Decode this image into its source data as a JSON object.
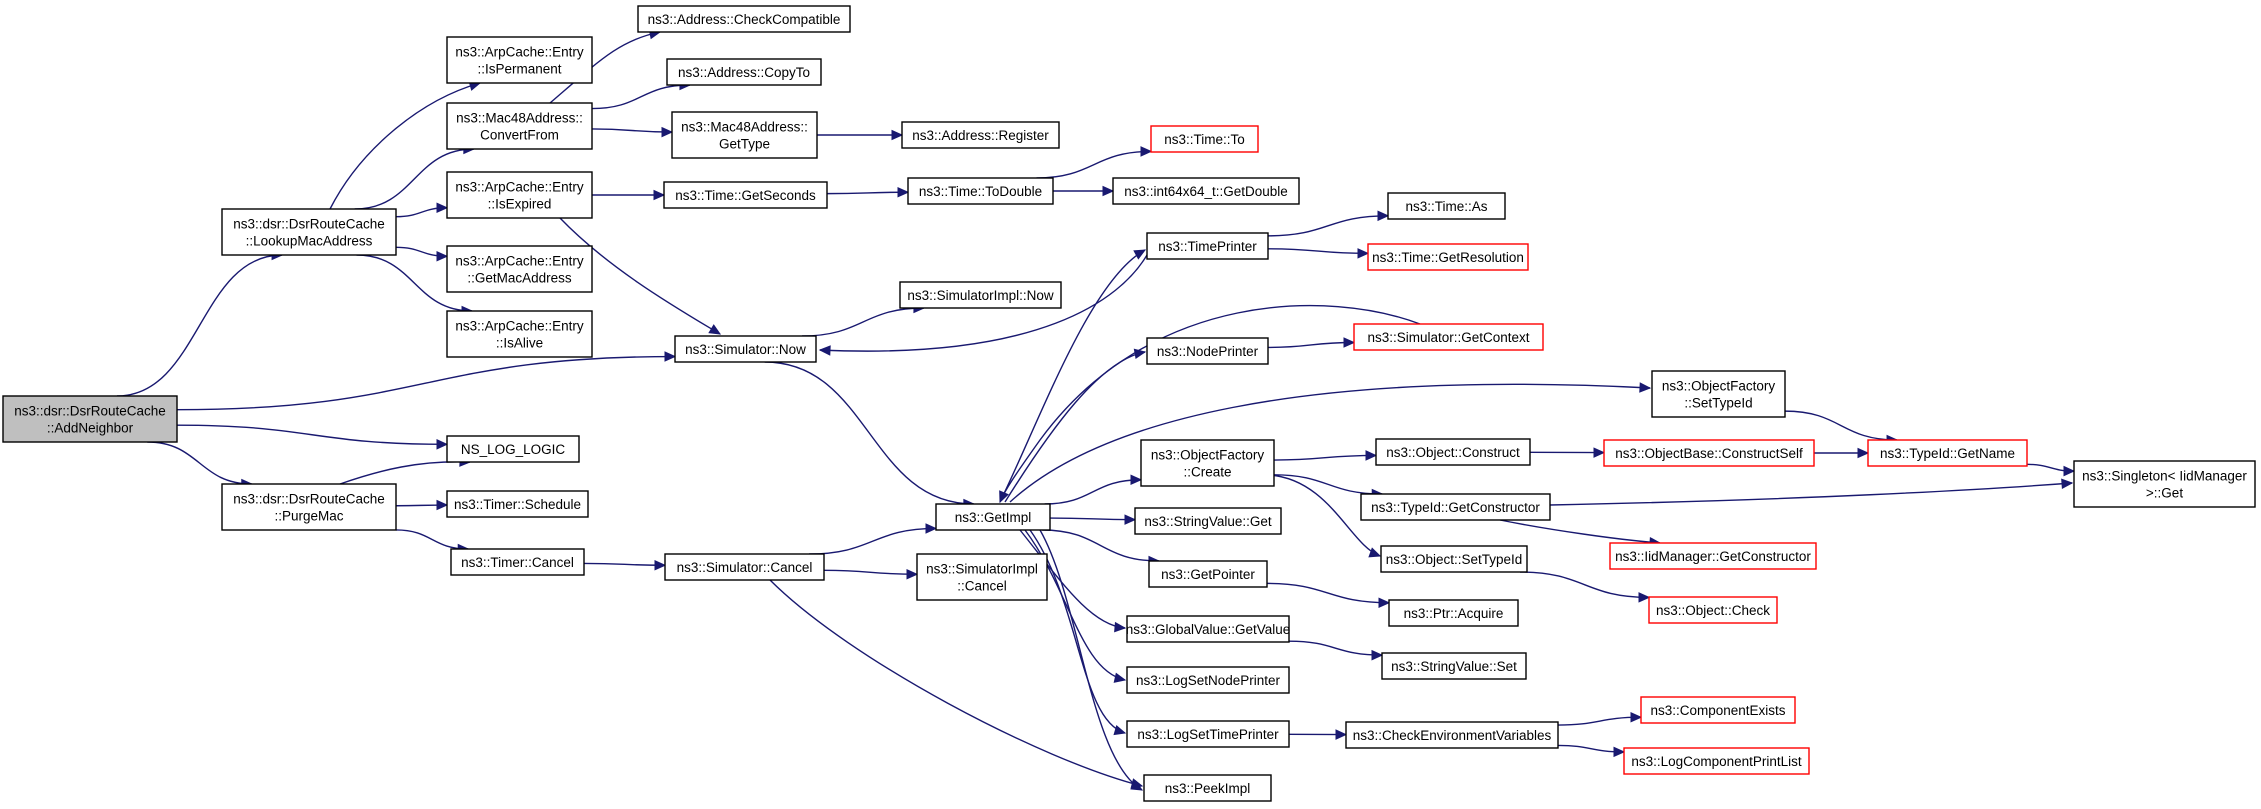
{
  "diagram": {
    "nodes": [
      {
        "id": "root",
        "lines": [
          "ns3::dsr::DsrRouteCache",
          "::AddNeighbor"
        ],
        "style": "root"
      },
      {
        "id": "lookup",
        "lines": [
          "ns3::dsr::DsrRouteCache",
          "::LookupMacAddress"
        ]
      },
      {
        "id": "nslog",
        "lines": [
          "NS_LOG_LOGIC"
        ]
      },
      {
        "id": "purge",
        "lines": [
          "ns3::dsr::DsrRouteCache",
          "::PurgeMac"
        ]
      },
      {
        "id": "simnow",
        "lines": [
          "ns3::Simulator::Now"
        ]
      },
      {
        "id": "arpperm",
        "lines": [
          "ns3::ArpCache::Entry",
          "::IsPermanent"
        ]
      },
      {
        "id": "macconv",
        "lines": [
          "ns3::Mac48Address::",
          "ConvertFrom"
        ]
      },
      {
        "id": "arpexp",
        "lines": [
          "ns3::ArpCache::Entry",
          "::IsExpired"
        ]
      },
      {
        "id": "arpgetmac",
        "lines": [
          "ns3::ArpCache::Entry",
          "::GetMacAddress"
        ]
      },
      {
        "id": "arpalive",
        "lines": [
          "ns3::ArpCache::Entry",
          "::IsAlive"
        ]
      },
      {
        "id": "timersched",
        "lines": [
          "ns3::Timer::Schedule"
        ]
      },
      {
        "id": "timercancel",
        "lines": [
          "ns3::Timer::Cancel"
        ]
      },
      {
        "id": "addrcheck",
        "lines": [
          "ns3::Address::CheckCompatible"
        ]
      },
      {
        "id": "addrcopy",
        "lines": [
          "ns3::Address::CopyTo"
        ]
      },
      {
        "id": "macgettype",
        "lines": [
          "ns3::Mac48Address::",
          "GetType"
        ]
      },
      {
        "id": "addrreg",
        "lines": [
          "ns3::Address::Register"
        ]
      },
      {
        "id": "timegetsec",
        "lines": [
          "ns3::Time::GetSeconds"
        ]
      },
      {
        "id": "timetodouble",
        "lines": [
          "ns3::Time::ToDouble"
        ]
      },
      {
        "id": "timeto",
        "lines": [
          "ns3::Time::To"
        ],
        "style": "truncated"
      },
      {
        "id": "int64",
        "lines": [
          "ns3::int64x64_t::GetDouble"
        ]
      },
      {
        "id": "simimplnow",
        "lines": [
          "ns3::SimulatorImpl::Now"
        ]
      },
      {
        "id": "getimpl",
        "lines": [
          "ns3::GetImpl"
        ]
      },
      {
        "id": "simcancel",
        "lines": [
          "ns3::Simulator::Cancel"
        ]
      },
      {
        "id": "simimplcancel",
        "lines": [
          "ns3::SimulatorImpl",
          "::Cancel"
        ]
      },
      {
        "id": "timeprinter",
        "lines": [
          "ns3::TimePrinter"
        ]
      },
      {
        "id": "nodeprinter",
        "lines": [
          "ns3::NodePrinter"
        ]
      },
      {
        "id": "objfcreate",
        "lines": [
          "ns3::ObjectFactory",
          "::Create"
        ]
      },
      {
        "id": "strvalget",
        "lines": [
          "ns3::StringValue::Get"
        ]
      },
      {
        "id": "getpointer",
        "lines": [
          "ns3::GetPointer"
        ]
      },
      {
        "id": "globalval",
        "lines": [
          "ns3::GlobalValue::GetValue"
        ]
      },
      {
        "id": "logsetnode",
        "lines": [
          "ns3::LogSetNodePrinter"
        ]
      },
      {
        "id": "logsettime",
        "lines": [
          "ns3::LogSetTimePrinter"
        ]
      },
      {
        "id": "peekimpl",
        "lines": [
          "ns3::PeekImpl"
        ]
      },
      {
        "id": "timeas",
        "lines": [
          "ns3::Time::As"
        ]
      },
      {
        "id": "timegetres",
        "lines": [
          "ns3::Time::GetResolution"
        ],
        "style": "truncated"
      },
      {
        "id": "simgetctx",
        "lines": [
          "ns3::Simulator::GetContext"
        ],
        "style": "truncated"
      },
      {
        "id": "objfsettid",
        "lines": [
          "ns3::ObjectFactory",
          "::SetTypeId"
        ]
      },
      {
        "id": "objconstruct",
        "lines": [
          "ns3::Object::Construct"
        ]
      },
      {
        "id": "tidgetctor",
        "lines": [
          "ns3::TypeId::GetConstructor"
        ]
      },
      {
        "id": "objsettid",
        "lines": [
          "ns3::Object::SetTypeId"
        ]
      },
      {
        "id": "ptracq",
        "lines": [
          "ns3::Ptr::Acquire"
        ]
      },
      {
        "id": "strvalset",
        "lines": [
          "ns3::StringValue::Set"
        ]
      },
      {
        "id": "checkenv",
        "lines": [
          "ns3::CheckEnvironmentVariables"
        ]
      },
      {
        "id": "objbasector",
        "lines": [
          "ns3::ObjectBase::ConstructSelf"
        ],
        "style": "truncated"
      },
      {
        "id": "iidgetctor",
        "lines": [
          "ns3::IidManager::GetConstructor"
        ],
        "style": "truncated"
      },
      {
        "id": "objcheck",
        "lines": [
          "ns3::Object::Check"
        ],
        "style": "truncated"
      },
      {
        "id": "compexists",
        "lines": [
          "ns3::ComponentExists"
        ],
        "style": "truncated"
      },
      {
        "id": "logcomplist",
        "lines": [
          "ns3::LogComponentPrintList"
        ],
        "style": "truncated"
      },
      {
        "id": "tidgetname",
        "lines": [
          "ns3::TypeId::GetName"
        ],
        "style": "truncated"
      },
      {
        "id": "singleton",
        "lines": [
          "ns3::Singleton< IidManager",
          ">::Get"
        ]
      }
    ],
    "edges": [
      [
        "root",
        "lookup"
      ],
      [
        "root",
        "simnow"
      ],
      [
        "root",
        "nslog"
      ],
      [
        "root",
        "purge"
      ],
      [
        "lookup",
        "arpperm"
      ],
      [
        "lookup",
        "macconv"
      ],
      [
        "lookup",
        "arpexp"
      ],
      [
        "lookup",
        "arpgetmac"
      ],
      [
        "lookup",
        "arpalive"
      ],
      [
        "purge",
        "nslog"
      ],
      [
        "purge",
        "timersched"
      ],
      [
        "purge",
        "timercancel"
      ],
      [
        "macconv",
        "addrcheck"
      ],
      [
        "macconv",
        "addrcopy"
      ],
      [
        "macconv",
        "macgettype"
      ],
      [
        "macgettype",
        "addrreg"
      ],
      [
        "arpexp",
        "timegetsec"
      ],
      [
        "arpexp",
        "simnow"
      ],
      [
        "timegetsec",
        "timetodouble"
      ],
      [
        "timetodouble",
        "timeto"
      ],
      [
        "timetodouble",
        "int64"
      ],
      [
        "simnow",
        "simimplnow"
      ],
      [
        "simnow",
        "getimpl"
      ],
      [
        "timercancel",
        "simcancel"
      ],
      [
        "simcancel",
        "getimpl"
      ],
      [
        "simcancel",
        "simimplcancel"
      ],
      [
        "simcancel",
        "peekimpl"
      ],
      [
        "getimpl",
        "timeprinter"
      ],
      [
        "getimpl",
        "nodeprinter"
      ],
      [
        "getimpl",
        "objfcreate"
      ],
      [
        "getimpl",
        "objfsettid"
      ],
      [
        "getimpl",
        "strvalget"
      ],
      [
        "getimpl",
        "getpointer"
      ],
      [
        "getimpl",
        "globalval"
      ],
      [
        "getimpl",
        "logsetnode"
      ],
      [
        "getimpl",
        "logsettime"
      ],
      [
        "getimpl",
        "peekimpl"
      ],
      [
        "timeprinter",
        "simnow"
      ],
      [
        "timeprinter",
        "timeas"
      ],
      [
        "timeprinter",
        "timegetres"
      ],
      [
        "simgetctx",
        "getimpl"
      ],
      [
        "nodeprinter",
        "simgetctx"
      ],
      [
        "objfcreate",
        "objconstruct"
      ],
      [
        "objfcreate",
        "tidgetctor"
      ],
      [
        "objfcreate",
        "objsettid"
      ],
      [
        "objfsettid",
        "tidgetname"
      ],
      [
        "objconstruct",
        "objbasector"
      ],
      [
        "objbasector",
        "tidgetname"
      ],
      [
        "tidgetctor",
        "singleton"
      ],
      [
        "tidgetctor",
        "iidgetctor"
      ],
      [
        "objsettid",
        "objcheck"
      ],
      [
        "getpointer",
        "ptracq"
      ],
      [
        "globalval",
        "strvalset"
      ],
      [
        "logsettime",
        "checkenv"
      ],
      [
        "checkenv",
        "compexists"
      ],
      [
        "checkenv",
        "logcomplist"
      ],
      [
        "tidgetname",
        "singleton"
      ]
    ]
  }
}
